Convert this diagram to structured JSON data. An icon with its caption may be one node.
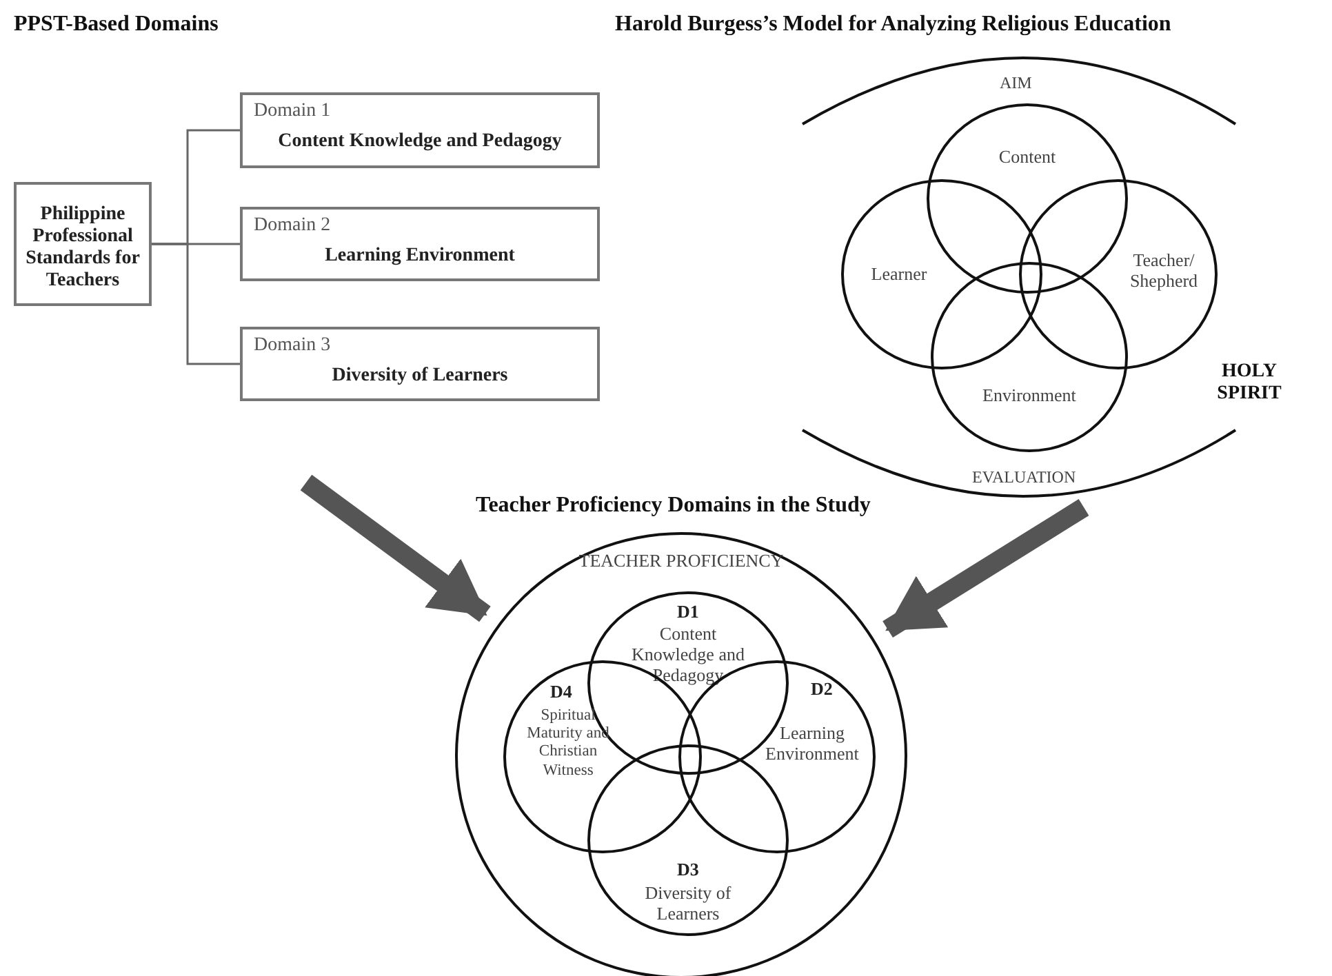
{
  "diagram": {
    "nodes": [
      {
        "text": [
          "Philippine Professional Standards for Teachers"
        ]
      },
      {
        "text": [
          "Domain 1",
          "Content Knowledge and Pedagogy"
        ]
      },
      {
        "text": [
          "Domain 2",
          "Learning Environment"
        ]
      },
      {
        "text": [
          "Domain 3",
          "Diversity of Learners"
        ]
      },
      {
        "text": [
          "Content"
        ]
      },
      {
        "text": [
          "Learner"
        ]
      },
      {
        "text": [
          "Teacher/ Shepherd"
        ]
      },
      {
        "text": [
          "Environment"
        ]
      },
      {
        "text": [
          "TEACHER PROFICIENCY"
        ]
      },
      {
        "text": [
          "D1",
          "Content Knowledge and Pedagogy"
        ],
        "in": 8
      },
      {
        "text": [
          "D4",
          "Spiritual Maturity and Christian Witness"
        ],
        "in": 8
      },
      {
        "text": [
          "D2",
          "Learning Environment"
        ],
        "in": 8
      },
      {
        "text": [
          "D3",
          "Diversity of Learners"
        ],
        "in": 8
      }
    ],
    "edges": [
      {
        "from": 0,
        "to": 1,
        "arrow": "none"
      },
      {
        "from": 0,
        "to": 2,
        "arrow": "none"
      },
      {
        "from": 0,
        "to": 3,
        "arrow": "none"
      },
      {
        "from": null,
        "to": 8,
        "arrow": "to",
        "style": "thick"
      },
      {
        "from": null,
        "to": 8,
        "arrow": "to",
        "style": "thick"
      }
    ],
    "labels": [
      "PPST-Based Domains",
      "Harold Burgess’s Model for Analyzing Religious Education",
      "AIM",
      "HOLY SPIRIT",
      "EVALUATION",
      "Teacher Proficiency Domains in the Study"
    ]
  }
}
